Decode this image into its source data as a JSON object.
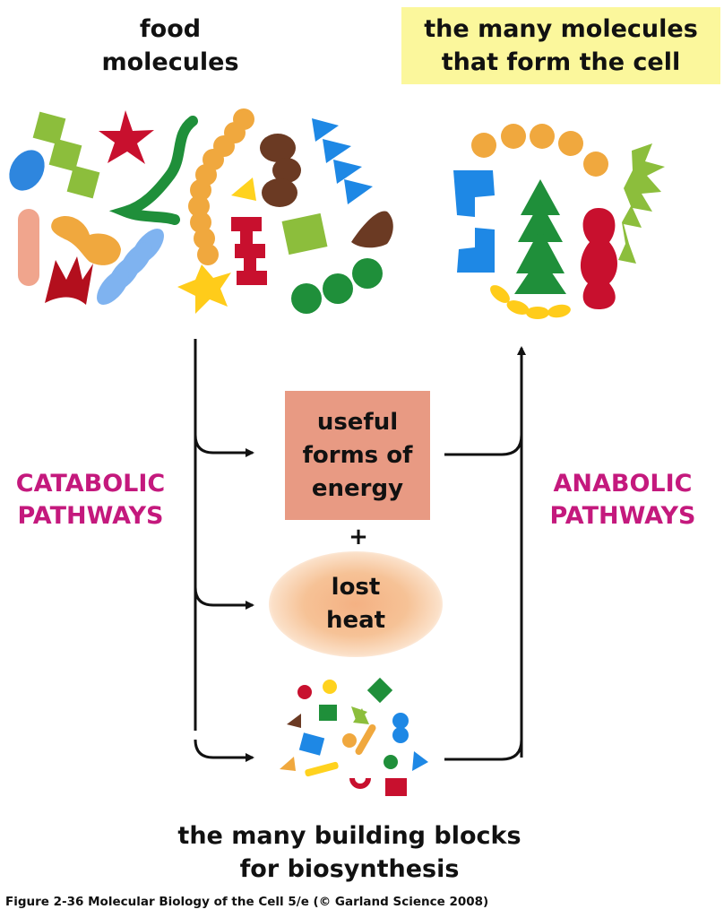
{
  "food_title": [
    "food",
    "molecules"
  ],
  "cell_title": [
    "the many molecules",
    "that form the cell"
  ],
  "catabolic": [
    "CATABOLIC",
    "PATHWAYS"
  ],
  "anabolic": [
    "ANABOLIC",
    "PATHWAYS"
  ],
  "energy_box": [
    "useful",
    "forms of",
    "energy"
  ],
  "plus": "+",
  "heat": [
    "lost",
    "heat"
  ],
  "blocks_title": [
    "the many building blocks",
    "for biosynthesis"
  ],
  "caption": "Figure 2-36  Molecular Biology of the Cell 5/e (© Garland Science 2008)",
  "colors": {
    "pathway_magenta": "#c4197d",
    "energy_box": "#e89a83",
    "heat_glow": "#f4b183",
    "cell_title_bg": "#fbf79c"
  }
}
